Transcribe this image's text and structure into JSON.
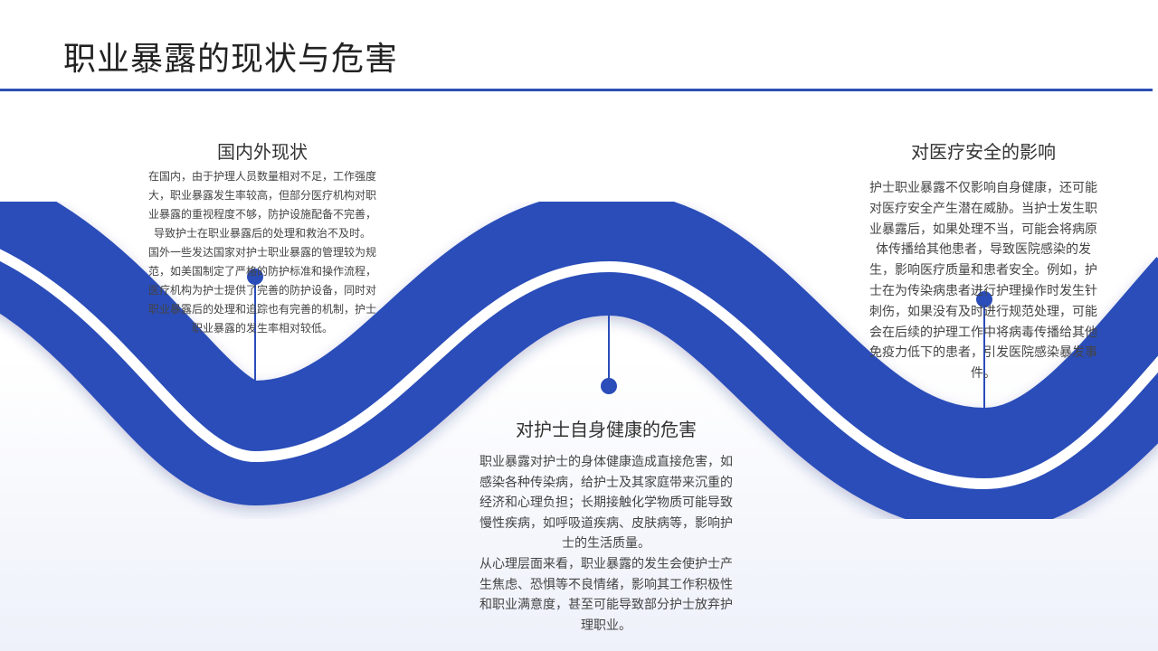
{
  "title": "职业暴露的现状与危害",
  "colors": {
    "accent": "#2b4fb6",
    "wave": "#2a4db9",
    "text": "#333333"
  },
  "sections": [
    {
      "heading": "国内外现状",
      "paragraphs": [
        "在国内，由于护理人员数量相对不足，工作强度大，职业暴露发生率较高，但部分医疗机构对职业暴露的重视程度不够，防护设施配备不完善，导致护士在职业暴露后的处理和救治不及时。",
        "国外一些发达国家对护士职业暴露的管理较为规范，如美国制定了严格的防护标准和操作流程，医疗机构为护士提供了完善的防护设备，同时对职业暴露后的处理和追踪也有完善的机制，护士职业暴露的发生率相对较低。"
      ]
    },
    {
      "heading": "对护士自身健康的危害",
      "paragraphs": [
        "职业暴露对护士的身体健康造成直接危害，如感染各种传染病，给护士及其家庭带来沉重的经济和心理负担；长期接触化学物质可能导致慢性疾病，如呼吸道疾病、皮肤病等，影响护士的生活质量。",
        "从心理层面来看，职业暴露的发生会使护士产生焦虑、恐惧等不良情绪，影响其工作积极性和职业满意度，甚至可能导致部分护士放弃护理职业。"
      ]
    },
    {
      "heading": "对医疗安全的影响",
      "paragraphs": [
        "护士职业暴露不仅影响自身健康，还可能对医疗安全产生潜在威胁。当护士发生职业暴露后，如果处理不当，可能会将病原体传播给其他患者，导致医院感染的发生，影响医疗质量和患者安全。例如，护士在为传染病患者进行护理操作时发生针刺伤，如果没有及时进行规范处理，可能会在后续的护理工作中将病毒传播给其他免疫力低下的患者，引发医院感染暴发事件。"
      ]
    }
  ]
}
